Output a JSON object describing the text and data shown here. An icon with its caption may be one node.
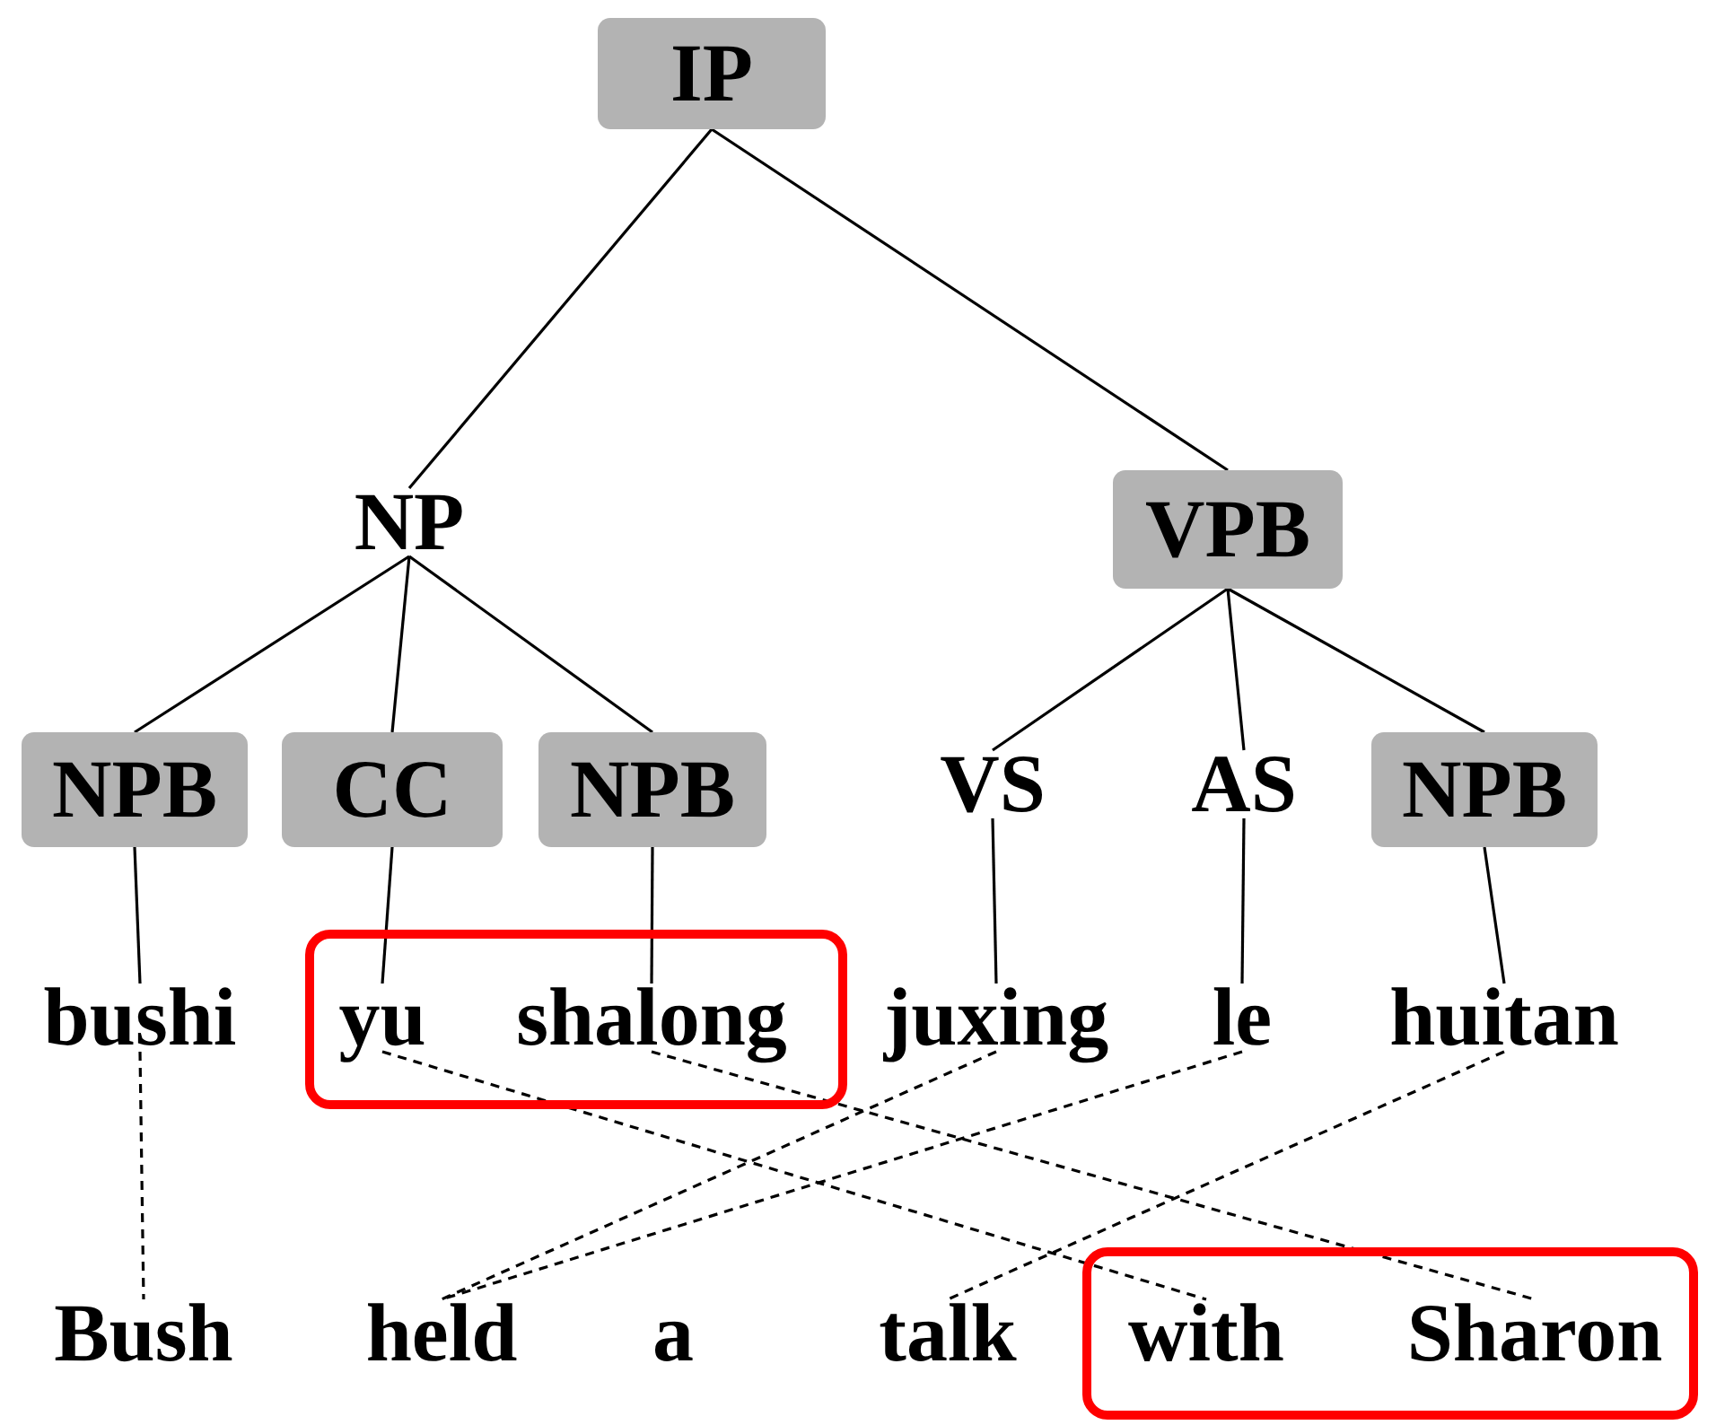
{
  "diagram": {
    "nodes": [
      {
        "text": [
          "IP"
        ]
      },
      {
        "text": [
          "NP"
        ]
      },
      {
        "text": [
          "VPB"
        ]
      },
      {
        "text": [
          "NPB"
        ]
      },
      {
        "text": [
          "CC"
        ]
      },
      {
        "text": [
          "NPB"
        ]
      },
      {
        "text": [
          "VS"
        ]
      },
      {
        "text": [
          "AS"
        ]
      },
      {
        "text": [
          "NPB"
        ]
      },
      {
        "text": [
          "bushi"
        ]
      },
      {
        "text": [],
        "shape": "box"
      },
      {
        "text": [
          "yu"
        ],
        "in": 10
      },
      {
        "text": [
          "shalong"
        ],
        "in": 10
      },
      {
        "text": [
          "juxing"
        ]
      },
      {
        "text": [
          "le"
        ]
      },
      {
        "text": [
          "huitan"
        ]
      },
      {
        "text": [
          "Bush"
        ]
      },
      {
        "text": [
          "held"
        ]
      },
      {
        "text": [
          "a"
        ]
      },
      {
        "text": [
          "talk"
        ]
      },
      {
        "text": [],
        "shape": "box"
      },
      {
        "text": [
          "with"
        ],
        "in": 20
      },
      {
        "text": [
          "Sharon"
        ],
        "in": 20
      }
    ],
    "edges": [
      {
        "from": 0,
        "to": 1,
        "arrow": "none"
      },
      {
        "from": 0,
        "to": 2,
        "arrow": "none"
      },
      {
        "from": 1,
        "to": 3,
        "arrow": "none"
      },
      {
        "from": 1,
        "to": 4,
        "arrow": "none"
      },
      {
        "from": 1,
        "to": 5,
        "arrow": "none"
      },
      {
        "from": 2,
        "to": 6,
        "arrow": "none"
      },
      {
        "from": 2,
        "to": 7,
        "arrow": "none"
      },
      {
        "from": 2,
        "to": 8,
        "arrow": "none"
      },
      {
        "from": 3,
        "to": 9,
        "arrow": "none"
      },
      {
        "from": 4,
        "to": 11,
        "arrow": "none"
      },
      {
        "from": 5,
        "to": 12,
        "arrow": "none"
      },
      {
        "from": 6,
        "to": 13,
        "arrow": "none"
      },
      {
        "from": 7,
        "to": 14,
        "arrow": "none"
      },
      {
        "from": 8,
        "to": 15,
        "arrow": "none"
      },
      {
        "from": 9,
        "to": 16,
        "arrow": "none",
        "style": "dashed"
      },
      {
        "from": 11,
        "to": 21,
        "arrow": "none",
        "style": "dashed"
      },
      {
        "from": 12,
        "to": 22,
        "arrow": "none",
        "style": "dashed"
      },
      {
        "from": 13,
        "to": 17,
        "arrow": "none",
        "style": "dashed"
      },
      {
        "from": 14,
        "to": 17,
        "arrow": "none",
        "style": "dashed"
      },
      {
        "from": 15,
        "to": 19,
        "arrow": "none",
        "style": "dashed"
      }
    ]
  }
}
